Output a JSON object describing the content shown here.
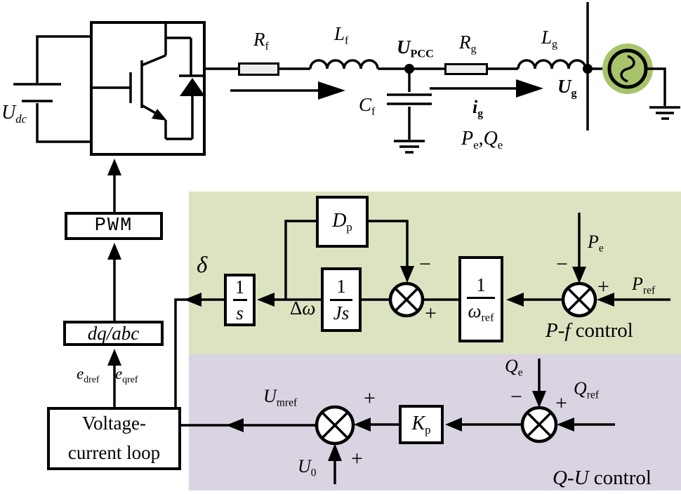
{
  "colors": {
    "green_panel": "#dce3c1",
    "purple_panel": "#d9d3e2",
    "source_green": "#a7c46b",
    "arrow_red": "#ee1c15",
    "resistor_fill": "#ededed"
  },
  "signs": {
    "plus": "+",
    "minus": "−"
  },
  "circuit": {
    "udc": {
      "base": "U",
      "sub": "dc"
    },
    "rf": {
      "base": "R",
      "sub": "f"
    },
    "lf": {
      "base": "L",
      "sub": "f"
    },
    "upcc": {
      "base": "U",
      "sub": "PCC"
    },
    "cf": {
      "base": "C",
      "sub": "f"
    },
    "rg": {
      "base": "R",
      "sub": "g"
    },
    "lg": {
      "base": "L",
      "sub": "g"
    },
    "ug": {
      "base": "U",
      "sub": "g"
    },
    "ig": {
      "base": "i",
      "sub": "g"
    },
    "pe_qe": {
      "p": "P",
      "p_sub": "e",
      "comma": ",",
      "q": "Q",
      "q_sub": "e"
    }
  },
  "chain": {
    "pwm": "PWM",
    "dq_abc": "dq/abc",
    "edref": {
      "base": "e",
      "sub": "dref"
    },
    "eqref": {
      "base": "e",
      "sub": "qref"
    },
    "vc_line1": "Voltage-",
    "vc_line2": "current loop"
  },
  "pf": {
    "title_em": "P-f",
    "title_rest": " control",
    "delta": "δ",
    "delta_omega": {
      "base": "Δ",
      "em": "ω"
    },
    "integ": {
      "num": "1",
      "den": "s"
    },
    "inertia": {
      "num": "1",
      "den": "Js"
    },
    "omega": {
      "num": "1",
      "den_base": "ω",
      "den_sub": "ref"
    },
    "dp": {
      "base": "D",
      "sub": "p"
    },
    "pe": {
      "base": "P",
      "sub": "e"
    },
    "pref": {
      "base": "P",
      "sub": "ref"
    }
  },
  "qu": {
    "title_em": "Q-U",
    "title_rest": " control",
    "kp": {
      "base": "K",
      "sub": "p"
    },
    "qe": {
      "base": "Q",
      "sub": "e"
    },
    "qref": {
      "base": "Q",
      "sub": "ref"
    },
    "umref": {
      "base": "U",
      "sub": "mref"
    },
    "u0": {
      "base": "U",
      "sub": "0"
    }
  }
}
